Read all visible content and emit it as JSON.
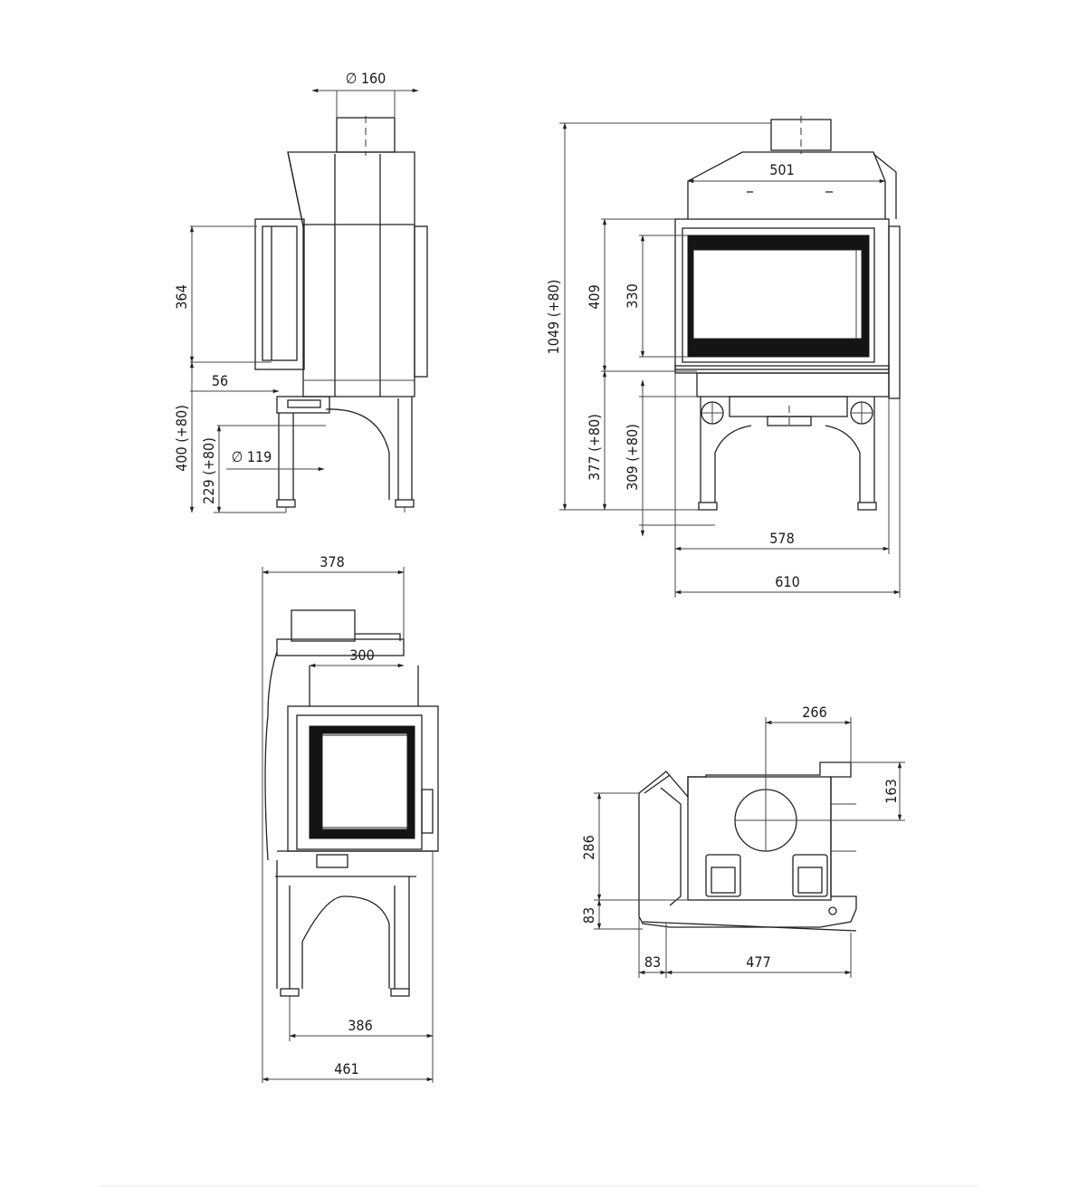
{
  "drawing": {
    "side_view": {
      "flue_diameter": "∅ 160",
      "door_height": "364",
      "offset": "56",
      "base_height": "400 (+80)",
      "air_inlet_height": "229 (+80)",
      "air_inlet_diameter": "∅ 119"
    },
    "front_view": {
      "inner_top_width": "501",
      "total_height": "1049 (+80)",
      "door_height": "409",
      "glass_height": "330",
      "firebox_base_height": "377 (+80)",
      "hearth_height": "309 (+80)",
      "inner_width": "578",
      "outer_width": "610"
    },
    "corner_view": {
      "top_width": "378",
      "inner_width": "300",
      "leg_width": "386",
      "outer_width": "461"
    },
    "top_view": {
      "flue_offset_x": "266",
      "flue_offset_y": "163",
      "depth": "286",
      "rear_offset": "83",
      "side_offset": "83",
      "width": "477"
    }
  }
}
